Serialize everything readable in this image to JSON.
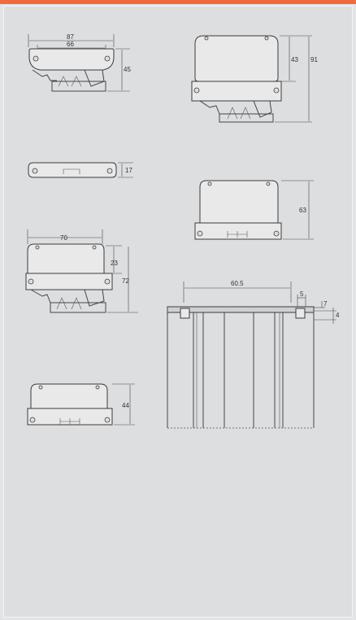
{
  "colors": {
    "accent": "#ef6a3e",
    "background": "#e3e4e6",
    "panel": "#dddee0"
  },
  "dimensions": {
    "view1": {
      "outer_width": "87",
      "inner_width": "66",
      "height": "45"
    },
    "view2": {
      "inner_height": "43",
      "total_height": "91"
    },
    "view3": {
      "height": "17"
    },
    "view4": {
      "height": "63"
    },
    "view5": {
      "width": "70",
      "upper_height": "23",
      "total_height": "72"
    },
    "view6": {
      "height": "44"
    },
    "view7": {
      "width": "60.5",
      "slot_width": "5",
      "offset": "7",
      "depth": "4"
    }
  }
}
